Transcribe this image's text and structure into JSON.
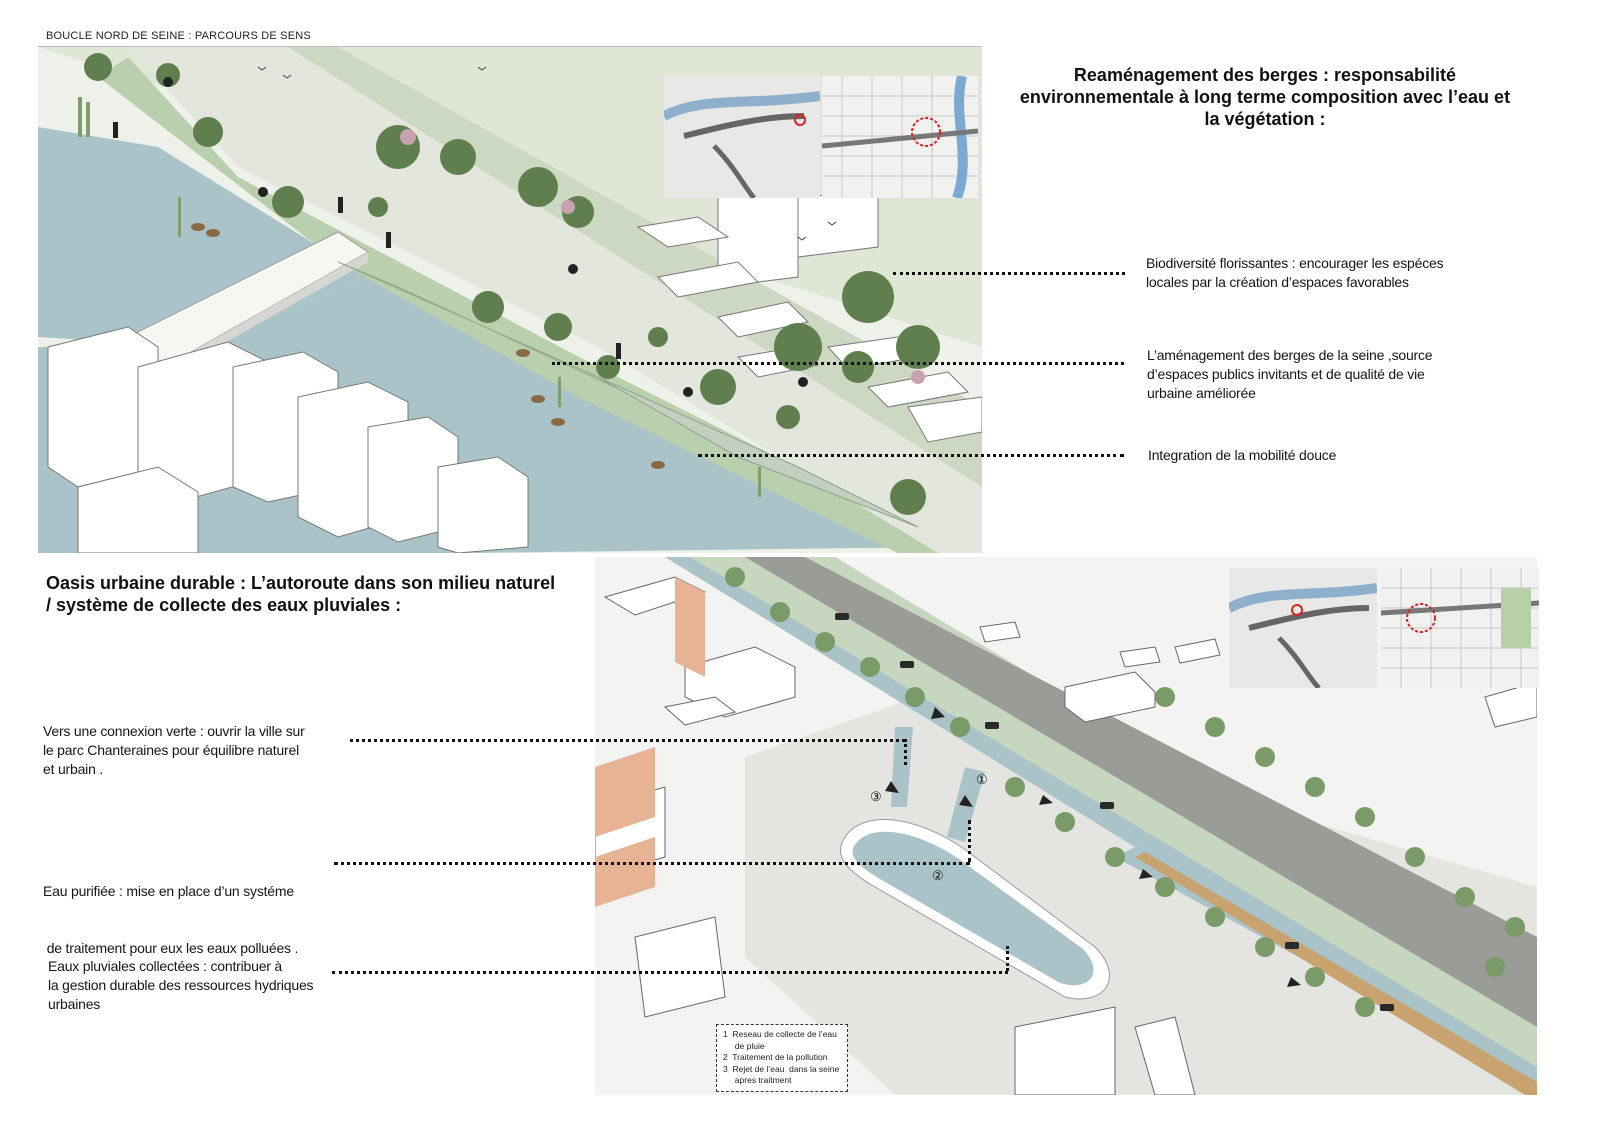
{
  "header": {
    "label": "BOUCLE NORD DE SEINE : PARCOURS DE SENS"
  },
  "top_section": {
    "title_lines": [
      "Reaménagement des berges : responsabilité",
      "environnementale à long terme composition avec l’eau et",
      "la végétation :"
    ],
    "notes": [
      {
        "lines": [
          "Biodiversité florissantes : encourager  les espéces",
          "locales par la création d’espaces favorables"
        ]
      },
      {
        "lines": [
          "L’aménagement des berges de la seine ,source",
          "d’espaces publics invitants et de qualité de vie",
          "urbaine améliorée"
        ]
      },
      {
        "lines": [
          "Integration de la mobilité douce"
        ]
      }
    ]
  },
  "bottom_section": {
    "title_lines": [
      "Oasis urbaine durable : L’autoroute dans son milieu naturel",
      "/ système de collecte des eaux pluviales :"
    ],
    "notes": [
      {
        "lines": [
          "Vers une connexion verte : ouvrir la ville sur",
          "le parc Chanteraines pour équilibre naturel",
          "et urbain ."
        ]
      },
      {
        "lines": [
          "Eau purifiée : mise en place d’un systéme",
          " de traitement pour eux les eaux polluées ."
        ]
      },
      {
        "lines": [
          "Eaux pluviales collectées : contribuer à",
          "la gestion durable des ressources hydriques",
          "urbaines"
        ]
      }
    ],
    "markers": [
      "①",
      "②",
      "③"
    ],
    "legend": [
      "1  Reseau de collecte de l’eau",
      "     de pluie",
      "2  Traitement de la pollution",
      "3  Rejet de l’eau  dans la seine",
      "     apres traitment"
    ]
  },
  "colors": {
    "water": "#a9c3c9",
    "green_bank": "#c9d8bf",
    "paving": "#e6e9e2",
    "tree": "#5f7f4f",
    "building": "#ffffff",
    "road": "#9a9c98",
    "brick": "#e6b394"
  }
}
